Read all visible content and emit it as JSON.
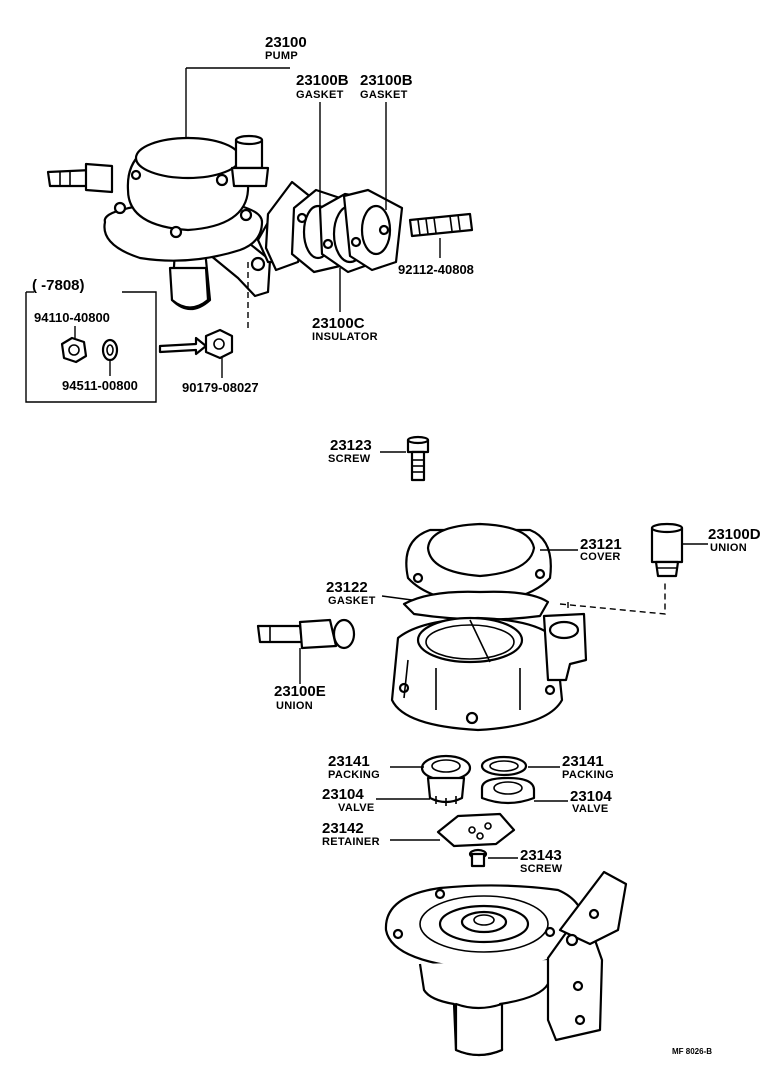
{
  "parts": {
    "pump": {
      "number": "23100",
      "name": "PUMP"
    },
    "gasket_1": {
      "number": "23100B",
      "name": "GASKET"
    },
    "gasket_2": {
      "number": "23100B",
      "name": "GASKET"
    },
    "stud": {
      "number": "92112-40808"
    },
    "insulator": {
      "number": "23100C",
      "name": "INSULATOR"
    },
    "date_range": {
      "label": "(      -7808)"
    },
    "nut": {
      "number": "94110-40800"
    },
    "washer": {
      "number": "94511-00800"
    },
    "nut_b": {
      "number": "90179-08027"
    },
    "screw_top": {
      "number": "23123",
      "name": "SCREW"
    },
    "cover": {
      "number": "23121",
      "name": "COVER"
    },
    "union_d": {
      "number": "23100D",
      "name": "UNION"
    },
    "gasket_c": {
      "number": "23122",
      "name": "GASKET"
    },
    "union_e": {
      "number": "23100E",
      "name": "UNION"
    },
    "packing_l": {
      "number": "23141",
      "name": "PACKING"
    },
    "packing_r": {
      "number": "23141",
      "name": "PACKING"
    },
    "valve_l": {
      "number": "23104",
      "name": "VALVE"
    },
    "valve_r": {
      "number": "23104",
      "name": "VALVE"
    },
    "retainer": {
      "number": "23142",
      "name": "RETAINER"
    },
    "screw_ret": {
      "number": "23143",
      "name": "SCREW"
    }
  },
  "footer": {
    "code": "MF  8026-B"
  }
}
